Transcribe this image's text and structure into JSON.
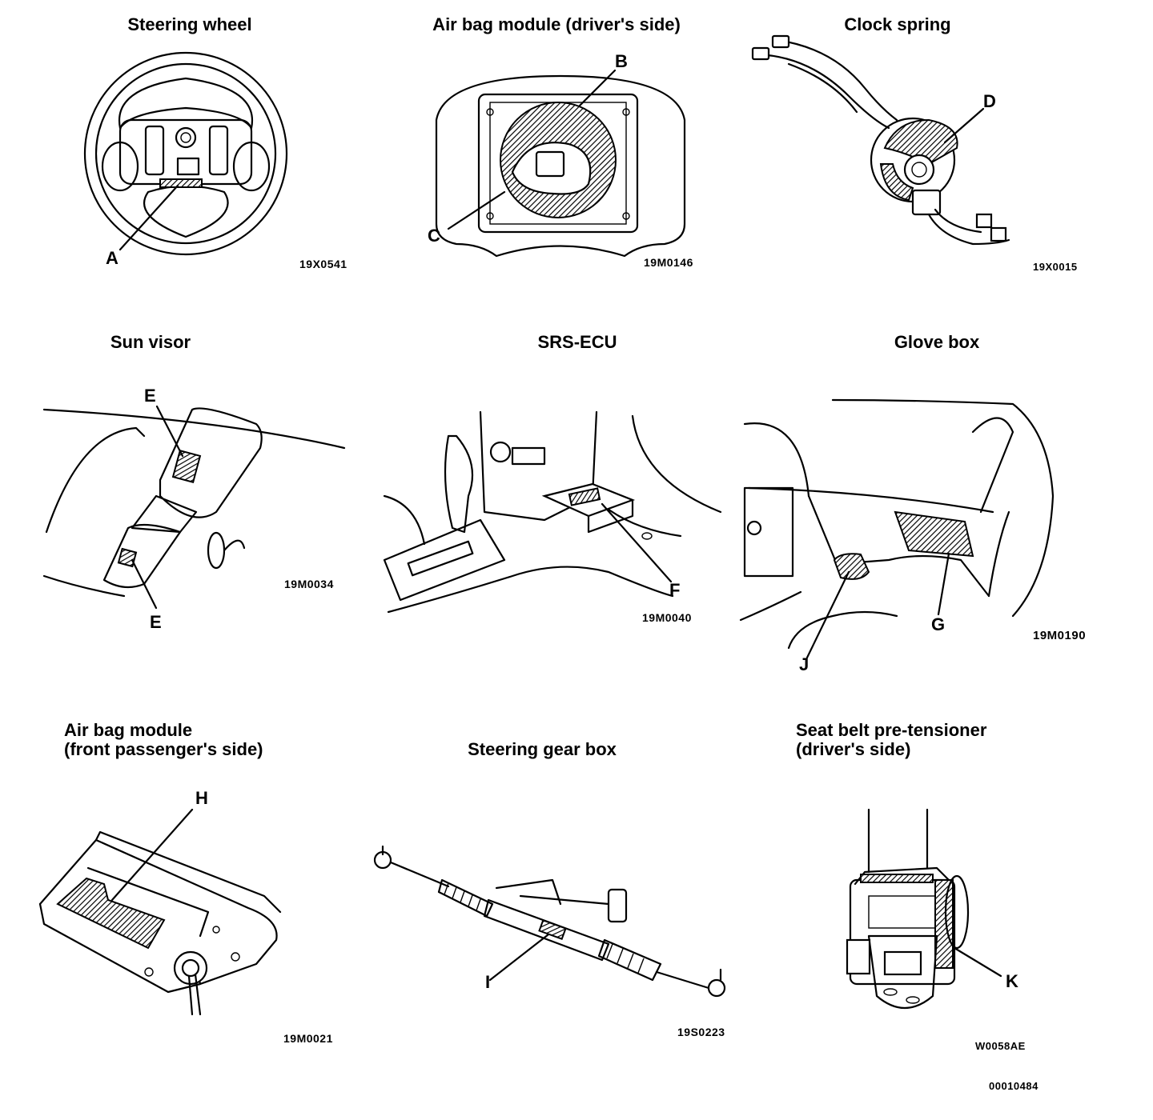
{
  "figure_code": "00010484",
  "panels": [
    {
      "title": "Steering wheel",
      "code": "19X0541",
      "callouts": [
        "A"
      ]
    },
    {
      "title": "Air bag module (driver's side)",
      "code": "19M0146",
      "callouts": [
        "B",
        "C"
      ]
    },
    {
      "title": "Clock spring",
      "code": "19X0015",
      "callouts": [
        "D"
      ]
    },
    {
      "title": "Sun visor",
      "code": "19M0034",
      "callouts": [
        "E",
        "E"
      ]
    },
    {
      "title": "SRS-ECU",
      "code": "19M0040",
      "callouts": [
        "F"
      ]
    },
    {
      "title": "Glove box",
      "code": "19M0190",
      "callouts": [
        "G",
        "J"
      ]
    },
    {
      "title_lines": [
        "Air bag module",
        "(front passenger's side)"
      ],
      "code": "19M0021",
      "callouts": [
        "H"
      ]
    },
    {
      "title": "Steering gear box",
      "code": "19S0223",
      "callouts": [
        "I"
      ]
    },
    {
      "title_lines": [
        "Seat belt pre-tensioner",
        "(driver's side)"
      ],
      "code": "W0058AE",
      "callouts": [
        "K"
      ]
    }
  ]
}
